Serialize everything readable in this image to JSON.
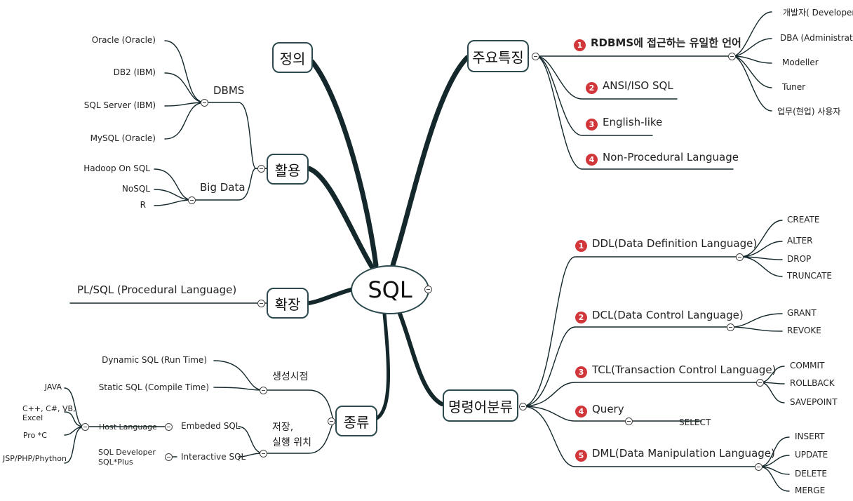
{
  "center": "SQL",
  "topics": {
    "definition": "정의",
    "usage": "활용",
    "extension": "확장",
    "types": "종류",
    "features": "주요특징",
    "commands": "명령어분류"
  },
  "usage": {
    "dbms": "DBMS",
    "dbms_items": [
      "Oracle (Oracle)",
      "DB2 (IBM)",
      "SQL Server (IBM)",
      "MySQL (Oracle)"
    ],
    "bigdata": "Big Data",
    "bigdata_items": [
      "Hadoop On SQL",
      "NoSQL",
      "R"
    ]
  },
  "extension": {
    "plsql": "PL/SQL (Procedural Language)"
  },
  "types": {
    "generation_time": "생성시점",
    "dynamic": "Dynamic SQL (Run Time)",
    "static": "Static SQL (Compile Time)",
    "location_line1": "저장,",
    "location_line2": "실행 위치",
    "embedded": "Embeded SQL",
    "interactive": "Interactive SQL",
    "host_language": "Host Language",
    "host_items": [
      "JAVA",
      "C++, C#, VB,",
      "Excel",
      "Pro *C",
      "JSP/PHP/Phython"
    ],
    "sql_developer": "SQL Developer",
    "sqlplus": "SQL*Plus"
  },
  "features": {
    "items": [
      {
        "num": "1",
        "label": "RDBMS에 접근하는 유일한 언어"
      },
      {
        "num": "2",
        "label": "ANSI/ISO SQL"
      },
      {
        "num": "3",
        "label": "English-like"
      },
      {
        "num": "4",
        "label": "Non-Procedural Language"
      }
    ],
    "users": [
      "개발자( Developer)",
      "DBA (Administrator)",
      "Modeller",
      "Tuner",
      "업무(현업) 사용자"
    ]
  },
  "commands": {
    "items": [
      {
        "num": "1",
        "label": "DDL(Data Definition Language)",
        "children": [
          "CREATE",
          "ALTER",
          "DROP",
          "TRUNCATE"
        ]
      },
      {
        "num": "2",
        "label": "DCL(Data Control Language)",
        "children": [
          "GRANT",
          "REVOKE"
        ]
      },
      {
        "num": "3",
        "label": "TCL(Transaction Control Language)",
        "children": [
          "COMMIT",
          "ROLLBACK",
          "SAVEPOINT"
        ]
      },
      {
        "num": "4",
        "label": "Query",
        "children": [
          "SELECT"
        ]
      },
      {
        "num": "5",
        "label": "DML(Data Manipulation Language)",
        "children": [
          "INSERT",
          "UPDATE",
          "DELETE",
          "MERGE"
        ]
      }
    ]
  },
  "colors": {
    "line": "#14282c",
    "badge": "#d0363a",
    "border": "#2c4a4e"
  }
}
